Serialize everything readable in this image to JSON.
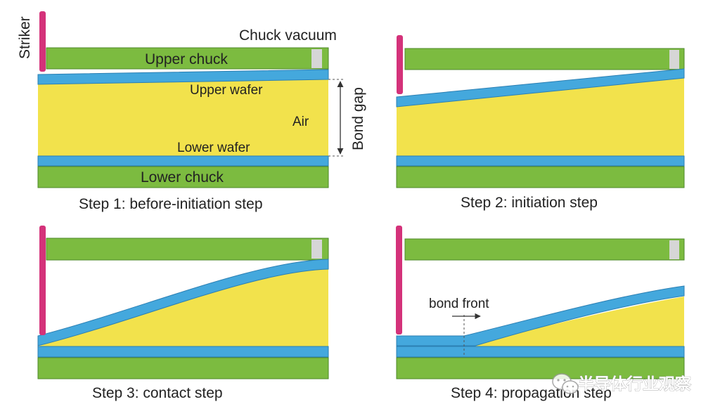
{
  "colors": {
    "chuck": "#7cbb40",
    "chuck_edge": "#4e8a2a",
    "wafer": "#44a8dd",
    "wafer_edge": "#2b7fb3",
    "air": "#f2e24c",
    "striker": "#d4327a",
    "vacuum_port": "#d6d6d6",
    "text": "#222222"
  },
  "labels": {
    "striker": "Striker",
    "chuck_vacuum": "Chuck vacuum",
    "upper_chuck": "Upper chuck",
    "upper_wafer": "Upper wafer",
    "air": "Air",
    "lower_wafer": "Lower wafer",
    "lower_chuck": "Lower chuck",
    "bond_gap": "Bond gap",
    "bond_front": "bond front"
  },
  "steps": [
    {
      "caption": "Step 1: before-initiation step"
    },
    {
      "caption": "Step 2: initiation step"
    },
    {
      "caption": "Step 3: contact step"
    },
    {
      "caption": "Step 4: propagation step"
    }
  ],
  "watermark": {
    "text": "半导体行业观察",
    "icon": "wechat-icon"
  }
}
